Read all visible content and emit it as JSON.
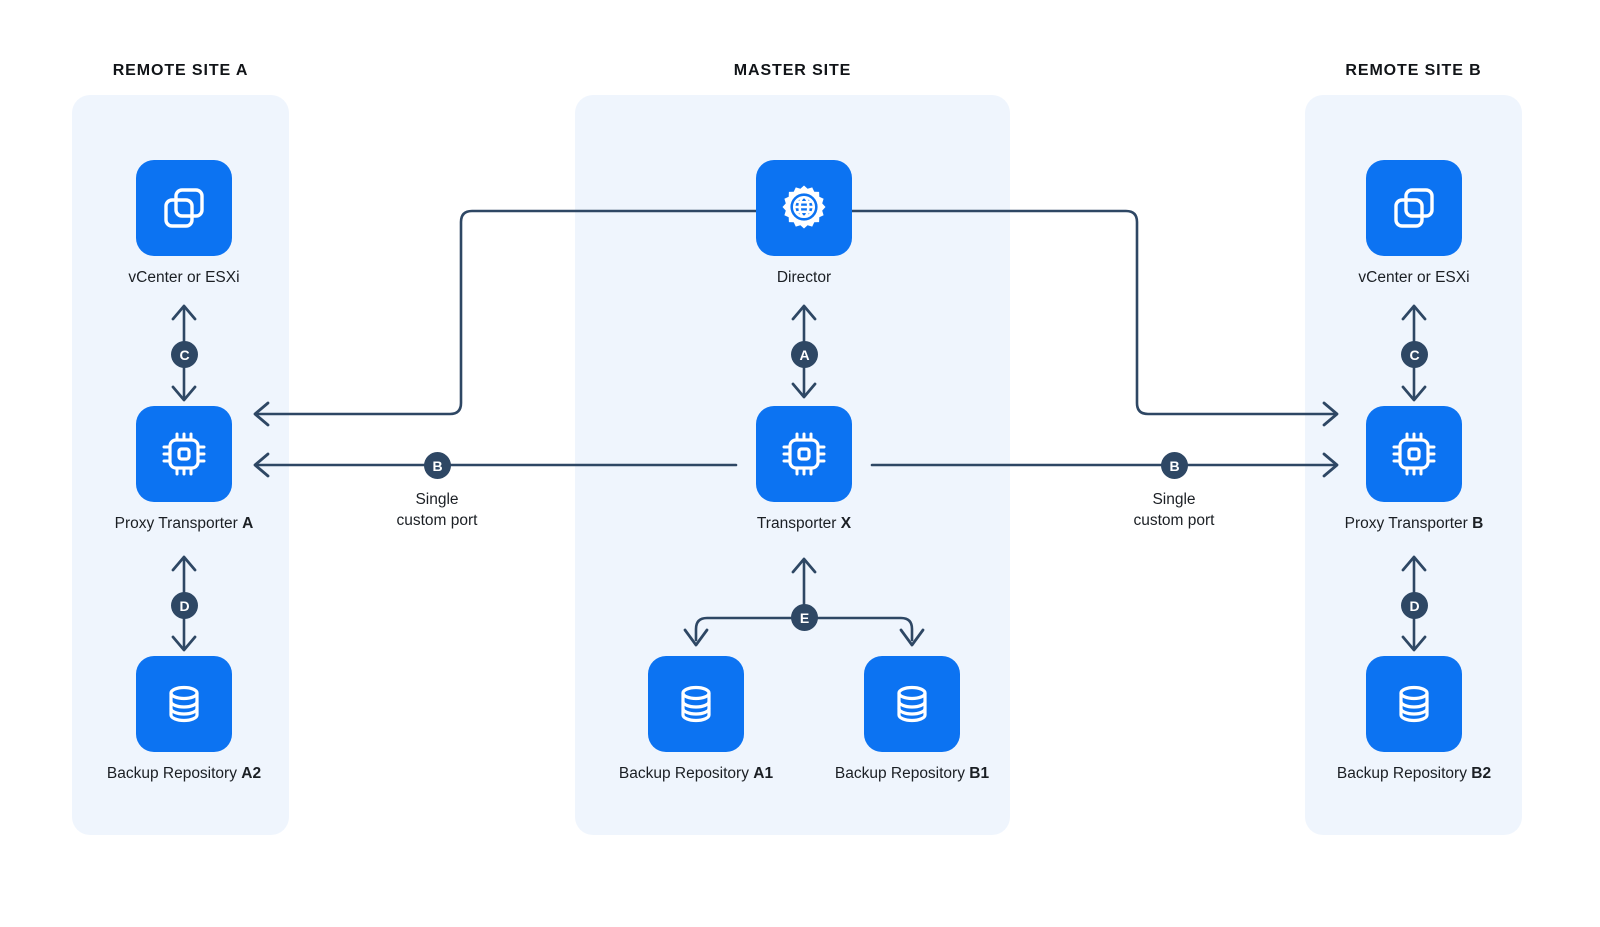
{
  "diagram": {
    "title_bar_absent": true,
    "colors": {
      "tile_blue": "#0c73f2",
      "panel_blue": "#eff5fd",
      "wire_navy": "#2e4764",
      "badge_navy": "#2e4764",
      "text_dark": "#1b1f24",
      "page_background": "#ffffff"
    }
  },
  "sites": [
    {
      "id": "remote-a",
      "title": "REMOTE SITE A"
    },
    {
      "id": "master",
      "title": "MASTER SITE"
    },
    {
      "id": "remote-b",
      "title": "REMOTE SITE B"
    }
  ],
  "nodes": {
    "vcenter_a": {
      "label": "vCenter or ESXi",
      "suffix": "",
      "icon": "vcenter-icon"
    },
    "proxy_a": {
      "label": "Proxy Transporter ",
      "suffix": "A",
      "icon": "transporter-chip-icon"
    },
    "repo_a2": {
      "label": "Backup Repository ",
      "suffix": "A2",
      "icon": "database-icon"
    },
    "director": {
      "label": "Director",
      "suffix": "",
      "icon": "gear-globe-icon"
    },
    "transporter_x": {
      "label": "Transporter ",
      "suffix": "X",
      "icon": "transporter-chip-icon"
    },
    "repo_a1": {
      "label": "Backup Repository ",
      "suffix": "A1",
      "icon": "database-icon"
    },
    "repo_b1": {
      "label": "Backup Repository ",
      "suffix": "B1",
      "icon": "database-icon"
    },
    "vcenter_b": {
      "label": "vCenter or ESXi",
      "suffix": "",
      "icon": "vcenter-icon"
    },
    "proxy_b": {
      "label": "Proxy Transporter ",
      "suffix": "B",
      "icon": "transporter-chip-icon"
    },
    "repo_b2": {
      "label": "Backup Repository ",
      "suffix": "B2",
      "icon": "database-icon"
    }
  },
  "badges": [
    {
      "id": "badge-a",
      "letter": "A"
    },
    {
      "id": "badge-b-left",
      "letter": "B"
    },
    {
      "id": "badge-b-right",
      "letter": "B"
    },
    {
      "id": "badge-c-left",
      "letter": "C"
    },
    {
      "id": "badge-c-right",
      "letter": "C"
    },
    {
      "id": "badge-d-left",
      "letter": "D"
    },
    {
      "id": "badge-d-right",
      "letter": "D"
    },
    {
      "id": "badge-e",
      "letter": "E"
    }
  ],
  "captions": {
    "single_custom_port_left": "Single\ncustom port",
    "single_custom_port_right": "Single\ncustom port"
  }
}
